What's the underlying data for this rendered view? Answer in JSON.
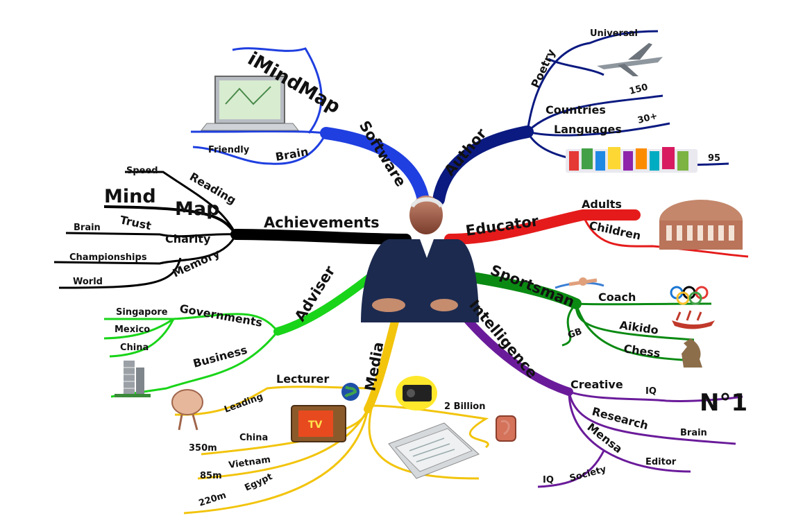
{
  "center": {
    "image": "portrait-of-man-in-suit"
  },
  "colors": {
    "software": "#1f3fe0",
    "author": "#0b1a80",
    "achievements": "#000000",
    "educator": "#e51b1b",
    "sportsman": "#0a8a12",
    "adviser": "#19d419",
    "intelligence": "#6a1b9a",
    "media": "#f2c40c"
  },
  "branches": {
    "software": {
      "label": "Software",
      "sub": {
        "imindmap": "iMindMap",
        "brain": "Brain",
        "friendly": "Friendly"
      }
    },
    "author": {
      "label": "Author",
      "sub": {
        "poetry": "Poetry",
        "universal": "Universal",
        "countries": "Countries",
        "n150": "150",
        "languages": "Languages",
        "n30": "30+",
        "n95": "95"
      }
    },
    "achievements": {
      "label": "Achievements",
      "sub": {
        "speed": "Speed",
        "reading": "Reading",
        "mind": "Mind",
        "map": "Map",
        "brain": "Brain",
        "trust": "Trust",
        "charity": "Charity",
        "championships": "Championships",
        "memory": "Memory",
        "world": "World"
      }
    },
    "educator": {
      "label": "Educator",
      "sub": {
        "adults": "Adults",
        "children": "Children"
      }
    },
    "sportsman": {
      "label": "Sportsman",
      "sub": {
        "coach": "Coach",
        "aikido": "Aikido",
        "gb": "GB",
        "chess": "Chess"
      }
    },
    "adviser": {
      "label": "Adviser",
      "sub": {
        "governments": "Governments",
        "singapore": "Singapore",
        "mexico": "Mexico",
        "china": "China",
        "business": "Business"
      }
    },
    "intelligence": {
      "label": "Intelligence",
      "sub": {
        "creative": "Creative",
        "iq": "IQ",
        "no1": "N°1",
        "research": "Research",
        "brain": "Brain",
        "mensa": "Mensa",
        "editor": "Editor",
        "iq2": "IQ",
        "society": "Society"
      }
    },
    "media": {
      "label": "Media",
      "sub": {
        "lecturer": "Lecturer",
        "leading": "Leading",
        "china": "China",
        "n350": "350m",
        "vietnam": "Vietnam",
        "n85": "85m",
        "egypt": "Egypt",
        "n220": "220m",
        "billion": "2 Billion"
      }
    }
  },
  "icons": [
    "laptop-icon",
    "airplane-icon",
    "books-icon",
    "building-icon",
    "brain-character-icon",
    "globe-icon",
    "tv-icon",
    "radio-icon",
    "newspapers-icon",
    "ear-icon",
    "swimmer-icon",
    "olympic-rings-icon",
    "rowing-boat-icon",
    "chess-knight-icon",
    "skyscraper-icon"
  ]
}
